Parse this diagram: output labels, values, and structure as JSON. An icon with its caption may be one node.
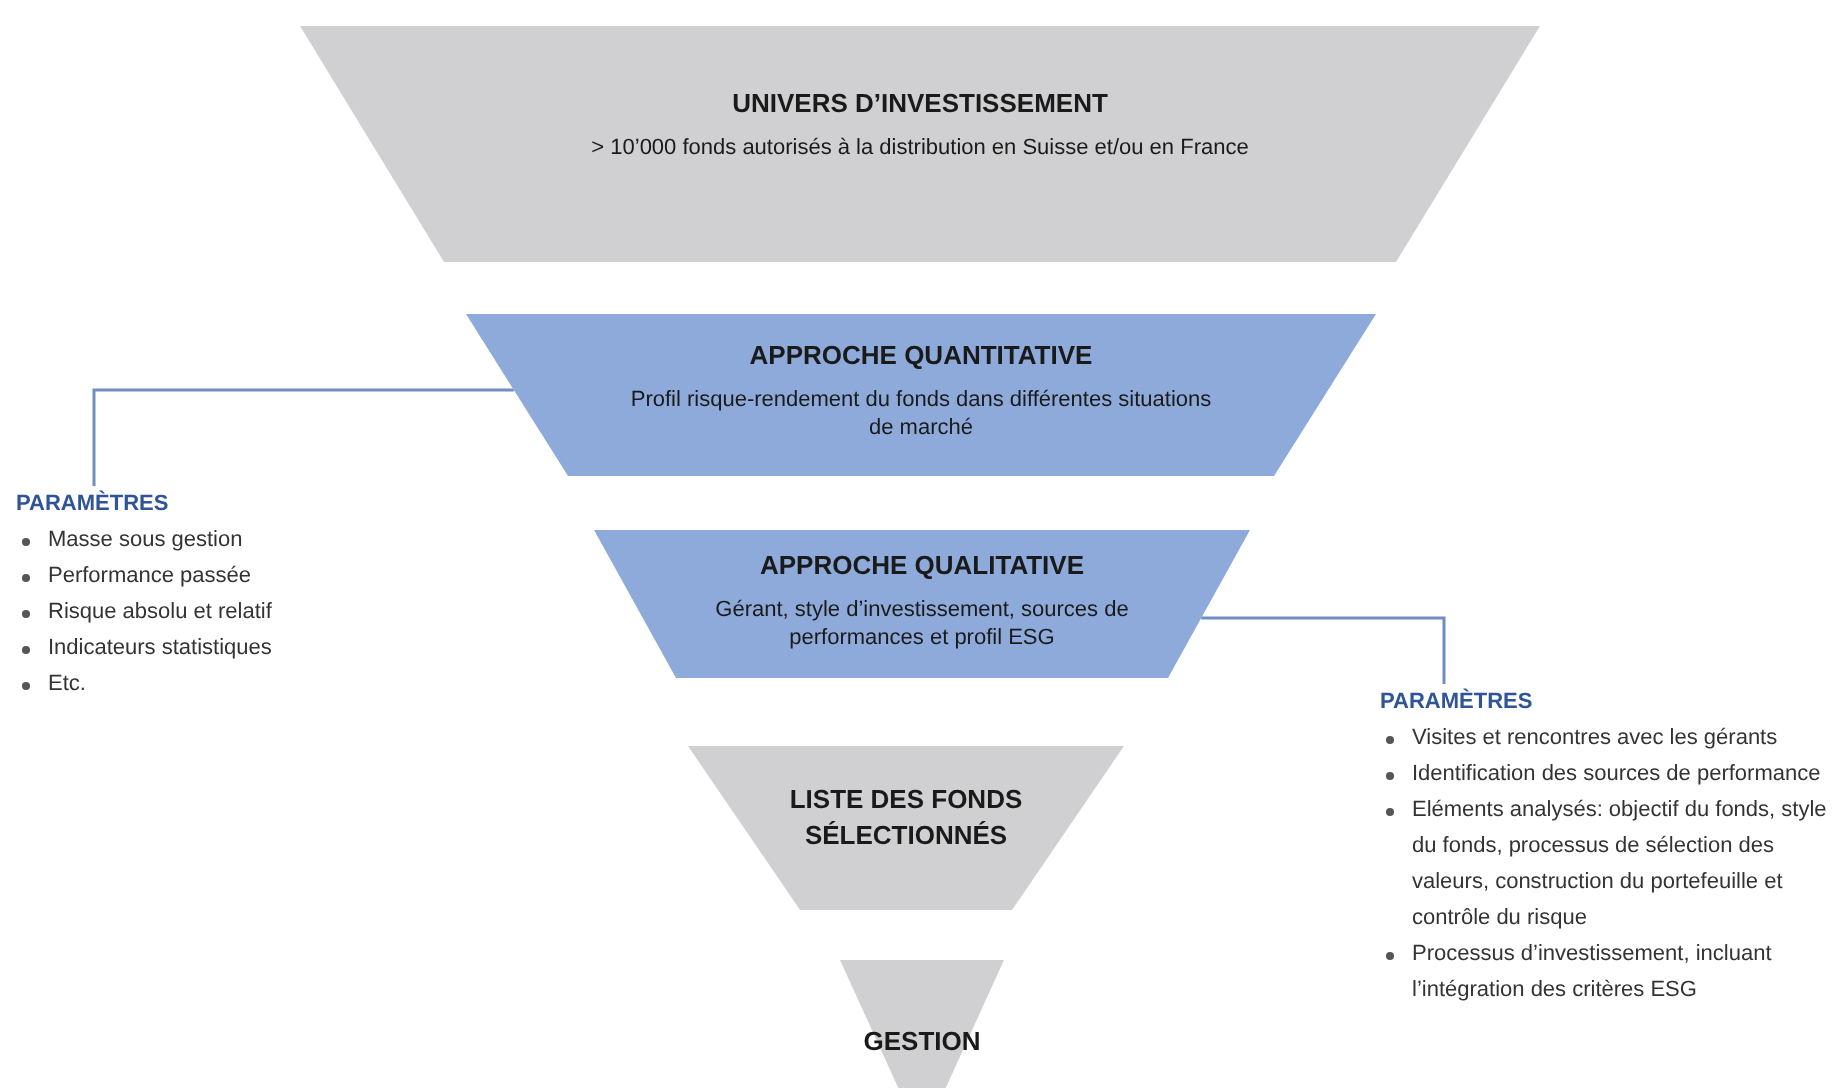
{
  "diagram": {
    "nodes": [
      {
        "text": [
          "UNIVERS D’INVESTISSEMENT",
          "> 10’000  fonds autorisés à la distribution en Suisse et/ou en France"
        ]
      },
      {
        "text": [
          "APPROCHE QUANTITATIVE",
          "Profil risque-rendement du fonds dans différentes situations de marché"
        ]
      },
      {
        "text": [
          "APPROCHE QUALITATIVE",
          "Gérant, style d’investissement, sources de performances et profil ESG"
        ]
      },
      {
        "text": [
          "LISTE DES FONDS SÉLECTIONNÉS"
        ]
      },
      {
        "text": [
          "GESTION"
        ]
      },
      {
        "text": [
          "PARAMÈTRES",
          "Masse sous gestion",
          "Performance passée",
          "Risque absolu et relatif",
          "Indicateurs statistiques",
          "Etc."
        ]
      },
      {
        "text": [
          "PARAMÈTRES",
          "Visites et rencontres avec les gérants",
          "Identification des sources de performance",
          "Eléments analysés: objectif du fonds, style du fonds, processus de sélection des valeurs, construction du portefeuille et contrôle du risque",
          "Processus d’investissement, incluant l’intégration des critères ESG"
        ]
      }
    ],
    "edges": [
      {
        "from": 1,
        "to": 5,
        "arrow": "none"
      },
      {
        "from": 2,
        "to": 6,
        "arrow": "none"
      }
    ]
  }
}
